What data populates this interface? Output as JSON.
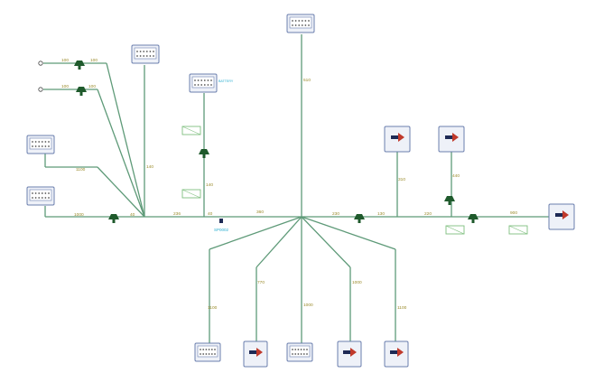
{
  "colors": {
    "wire": "#5e9a78",
    "connector_stroke": "#6b7fae",
    "connector_fill": "#eef1f8",
    "label_yellow": "#c9a400",
    "label_cyan": "#2aaed0",
    "length_label": "#9a8a2a",
    "clip": "#1f5a2c",
    "box_green": "#7fbf7f",
    "arrow_red": "#c0392b",
    "arrow_dark": "#1e2a55",
    "pin_dot": "#555555"
  },
  "connectors": [
    {
      "id": "c_top",
      "title": "",
      "sub": ""
    },
    {
      "id": "c_upper",
      "title": "",
      "sub": ""
    },
    {
      "id": "c_battery",
      "title": "",
      "sub": "BATTERY"
    },
    {
      "id": "c_left1",
      "title": "",
      "sub": ""
    },
    {
      "id": "c_left2",
      "title": "",
      "sub": ""
    },
    {
      "id": "c_r1",
      "title": "",
      "sub": ""
    },
    {
      "id": "c_r2",
      "title": "",
      "sub": ""
    },
    {
      "id": "c_rt",
      "title": "",
      "sub": ""
    },
    {
      "id": "c_b1",
      "title": "",
      "sub": ""
    },
    {
      "id": "c_b2",
      "title": "",
      "sub": ""
    },
    {
      "id": "c_b3",
      "title": "",
      "sub": ""
    },
    {
      "id": "c_b4",
      "title": "",
      "sub": ""
    },
    {
      "id": "c_b5",
      "title": "",
      "sub": ""
    }
  ],
  "terminals": [
    {
      "id": "t1",
      "tag": "",
      "text": ""
    },
    {
      "id": "t2",
      "tag": "",
      "text": ""
    }
  ],
  "lengths": {
    "l_top": "510",
    "l_mid_left": "140",
    "l_left_long": "1100",
    "l_bus_left": "1000",
    "l_bus_40": "40",
    "l_bus_236": "236",
    "l_bus_40b": "40",
    "l_bus_360": "360",
    "l_bus_r1": "230",
    "l_bus_r2": "130",
    "l_bus_r3": "220",
    "l_bus_r4": "900",
    "l_r1_drop": "310",
    "l_r2_drop": "440",
    "l_b1": "1100",
    "l_b2": "770",
    "l_b3": "1000",
    "l_b4": "1000",
    "l_b5": "1100",
    "l_t1a": "100",
    "l_t1b": "100",
    "l_t2a": "100",
    "l_t2b": "100",
    "l_bat": "140"
  },
  "splice": {
    "label": "SP0002"
  }
}
